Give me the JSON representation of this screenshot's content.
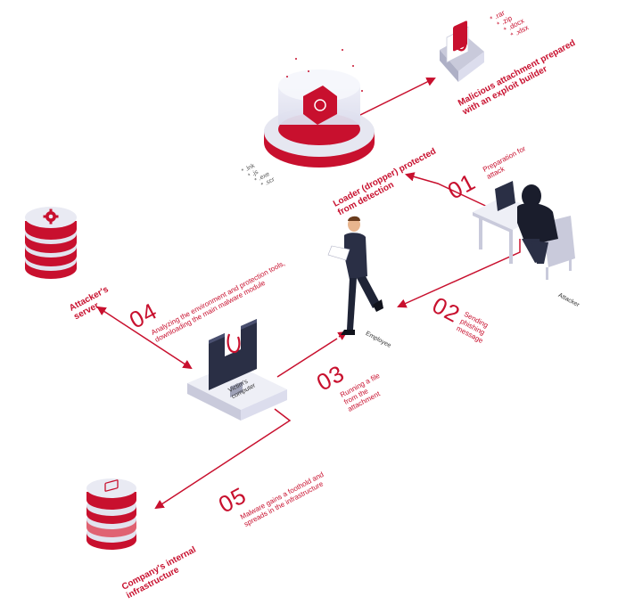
{
  "colors": {
    "accent": "#c8102e",
    "light": "#e9eaf3",
    "mid": "#c9cadb",
    "dark": "#2a2f45"
  },
  "extensions_attachment": [
    "* .rar",
    "* .zip",
    "* .docx",
    "* .xlsx"
  ],
  "extensions_loader": [
    "* .lnk",
    "* .js",
    "* .exe",
    "* .scr"
  ],
  "labels": {
    "malicious_attachment": "Malicious attachment prepared with an exploit builder",
    "loader": "Loader (dropper) protected from detection",
    "attacker": "Attacker",
    "employee": "Employee",
    "victims_computer": "Victim's computer",
    "attackers_server": "Attacker's server",
    "company_infra": "Company's internal infrastructure"
  },
  "steps": [
    {
      "num": "01",
      "text": "Preparation for attack"
    },
    {
      "num": "02",
      "text": "Sending phishing message"
    },
    {
      "num": "03",
      "text": "Running a file from the attachment"
    },
    {
      "num": "04",
      "text": "Analyzing the environment and protection tools, downloading the main malware module"
    },
    {
      "num": "05",
      "text": "Malware gains a foothold and spreads in the infrastructure"
    }
  ]
}
